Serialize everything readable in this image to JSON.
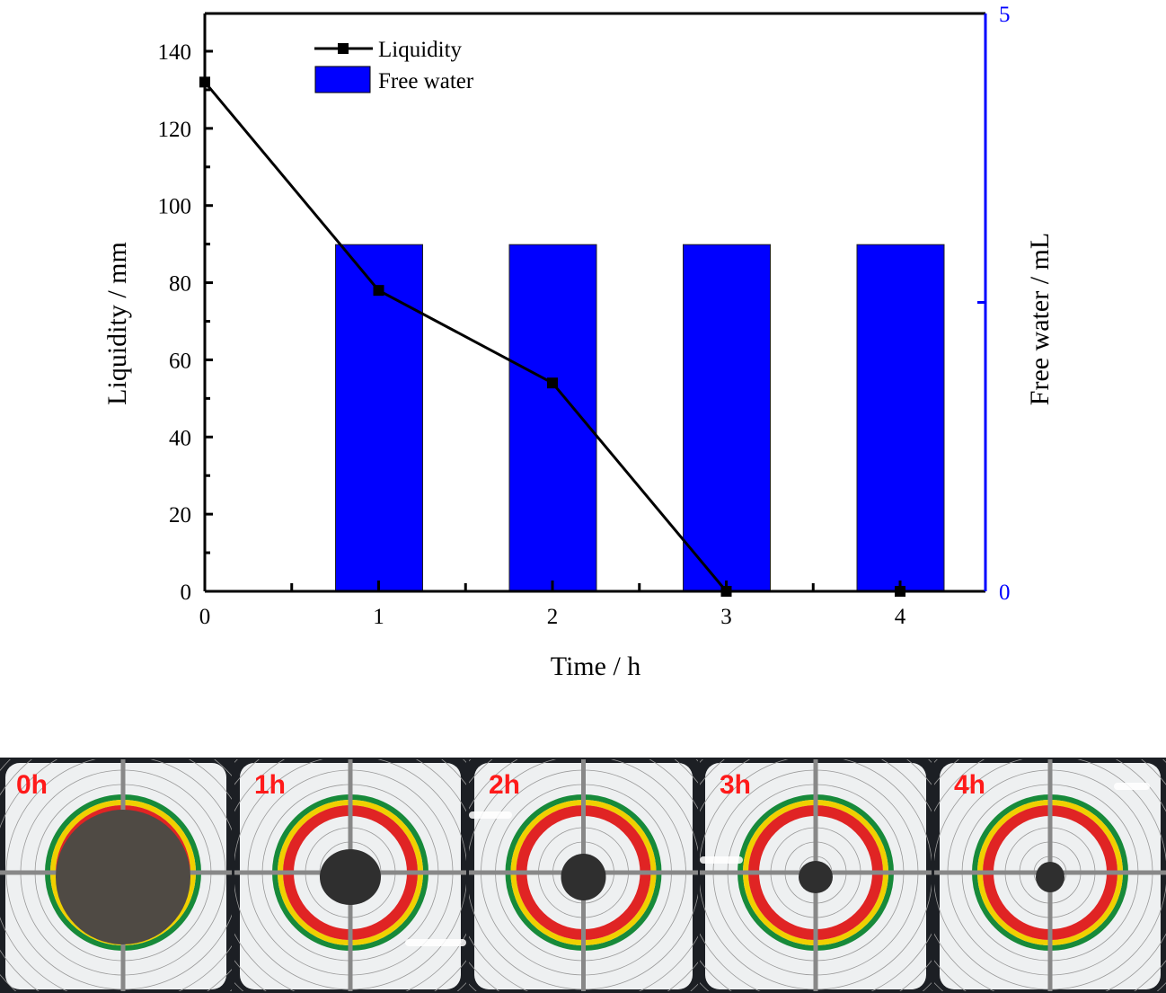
{
  "chart_data": {
    "type": "bar+line",
    "title": "",
    "xlabel": "Time / h",
    "ylabel_left": "Liquidity / mm",
    "ylabel_right": "Free water / mL",
    "x": [
      0,
      1,
      2,
      3,
      4
    ],
    "x_ticks": [
      "0",
      "1",
      "2",
      "3",
      "4"
    ],
    "ylim_left": [
      0,
      150
    ],
    "y_ticks_left": [
      "0",
      "20",
      "40",
      "60",
      "80",
      "100",
      "120",
      "140"
    ],
    "ylim_right": [
      0,
      5
    ],
    "y_ticks_right": [
      "0",
      "5"
    ],
    "grid": false,
    "legend_position": "upper-left-inside",
    "series": [
      {
        "name": "Liquidity",
        "type": "line",
        "marker": "square",
        "color": "#000000",
        "axis": "left",
        "values": [
          132,
          78,
          54,
          0,
          0
        ]
      },
      {
        "name": "Free water",
        "type": "bar",
        "color": "#0000ff",
        "axis": "right",
        "values": [
          0,
          3,
          3,
          3,
          3
        ]
      }
    ]
  },
  "legend": {
    "liquidity": "Liquidity",
    "free_water": "Free water"
  },
  "axes": {
    "xlabel": "Time / h",
    "ylabel_left": "Liquidity / mm",
    "ylabel_right": "Free water / mL",
    "right_axis_color": "#0000ff"
  },
  "photos": [
    {
      "label": "0h"
    },
    {
      "label": "1h"
    },
    {
      "label": "2h"
    },
    {
      "label": "3h"
    },
    {
      "label": "4h"
    }
  ]
}
